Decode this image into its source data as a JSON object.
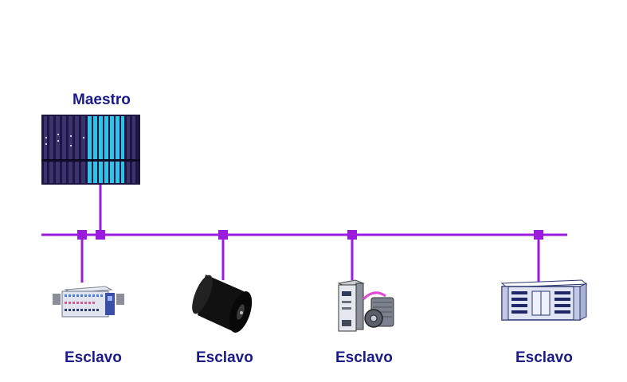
{
  "colors": {
    "bus": "#9b1bdc",
    "label": "#1a1a8c",
    "plc_body": "#1e1640",
    "plc_accent": "#2ec4e8",
    "drive_cable": "#e04ad6"
  },
  "master": {
    "label": "Maestro",
    "icon": "plc-rack-icon"
  },
  "slaves": [
    {
      "label": "Esclavo",
      "icon": "io-terminal-module-icon"
    },
    {
      "label": "Esclavo",
      "icon": "cable-drum-icon"
    },
    {
      "label": "Esclavo",
      "icon": "drive-motor-icon"
    },
    {
      "label": "Esclavo",
      "icon": "rack-server-icon"
    }
  ]
}
